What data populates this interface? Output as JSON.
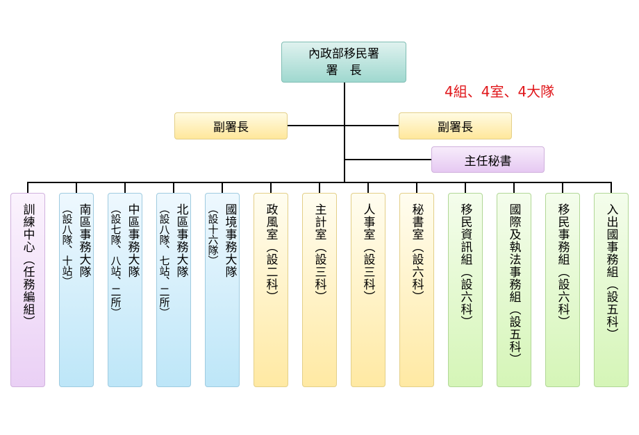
{
  "head": {
    "line1": "內政部移民署",
    "line2": "署　長"
  },
  "summary": "4組、4室、4大隊",
  "deputies": {
    "left": "副署長",
    "right": "副署長"
  },
  "secretary": "主任秘書",
  "units": [
    {
      "id": "training",
      "color": "purple",
      "single": "訓練中心（任務編組）"
    },
    {
      "id": "south",
      "color": "blue",
      "main": "南區事務大隊",
      "sub": "（設八隊、十站）"
    },
    {
      "id": "central",
      "color": "blue",
      "main": "中區事務大隊",
      "sub": "（設七隊、八站、二所）"
    },
    {
      "id": "north",
      "color": "blue",
      "main": "北區事務大隊",
      "sub": "（設八隊、七站、二所）"
    },
    {
      "id": "border",
      "color": "blue",
      "main": "國境事務大隊",
      "sub": "（設十六隊）"
    },
    {
      "id": "ethics",
      "color": "yellow",
      "single": "政風室（設二科）"
    },
    {
      "id": "accounting",
      "color": "yellow",
      "single": "主計室（設三科）"
    },
    {
      "id": "personnel",
      "color": "yellow",
      "single": "人事室（設三科）"
    },
    {
      "id": "secretariat",
      "color": "yellow",
      "single": "秘書室（設六科）"
    },
    {
      "id": "info",
      "color": "green",
      "single": "移民資訊組（設六科）"
    },
    {
      "id": "intl",
      "color": "green",
      "single": "國際及執法事務組（設五科）"
    },
    {
      "id": "affairs",
      "color": "green",
      "single": "移民事務組（設六科）"
    },
    {
      "id": "entry",
      "color": "green",
      "single": "入出國事務組（設五科）"
    }
  ]
}
